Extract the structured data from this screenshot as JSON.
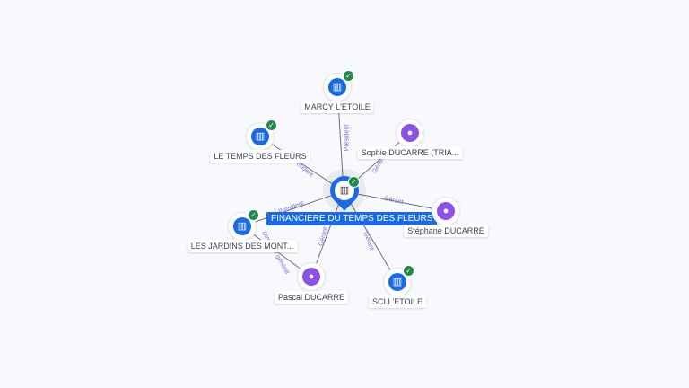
{
  "center": {
    "label": "FINANCIERE DU TEMPS DES FLEURS",
    "icon": "building-icon",
    "verified": true
  },
  "nodes": [
    {
      "label": "MARCY L'ETOILE",
      "type": "company",
      "verified": true
    },
    {
      "label": "LE TEMPS DES FLEURS",
      "type": "company",
      "verified": true
    },
    {
      "label": "Sophie DUCARRE (TRIA...",
      "type": "person"
    },
    {
      "label": "Stéphane DUCARRE",
      "type": "person"
    },
    {
      "label": "LES JARDINS DES MONT...",
      "type": "company",
      "verified": true
    },
    {
      "label": "Pascal DUCARRE",
      "type": "person"
    },
    {
      "label": "SCI L'ETOILE",
      "type": "company",
      "verified": true
    }
  ],
  "edges": [
    "Président",
    "Président",
    "Gérant",
    "Gérant",
    "Président",
    "Directeur général",
    "Gérant",
    "Gérant"
  ],
  "colors": {
    "company": "#1a6ae8",
    "person": "#8a52e8",
    "verified": "#1f8a4c"
  }
}
